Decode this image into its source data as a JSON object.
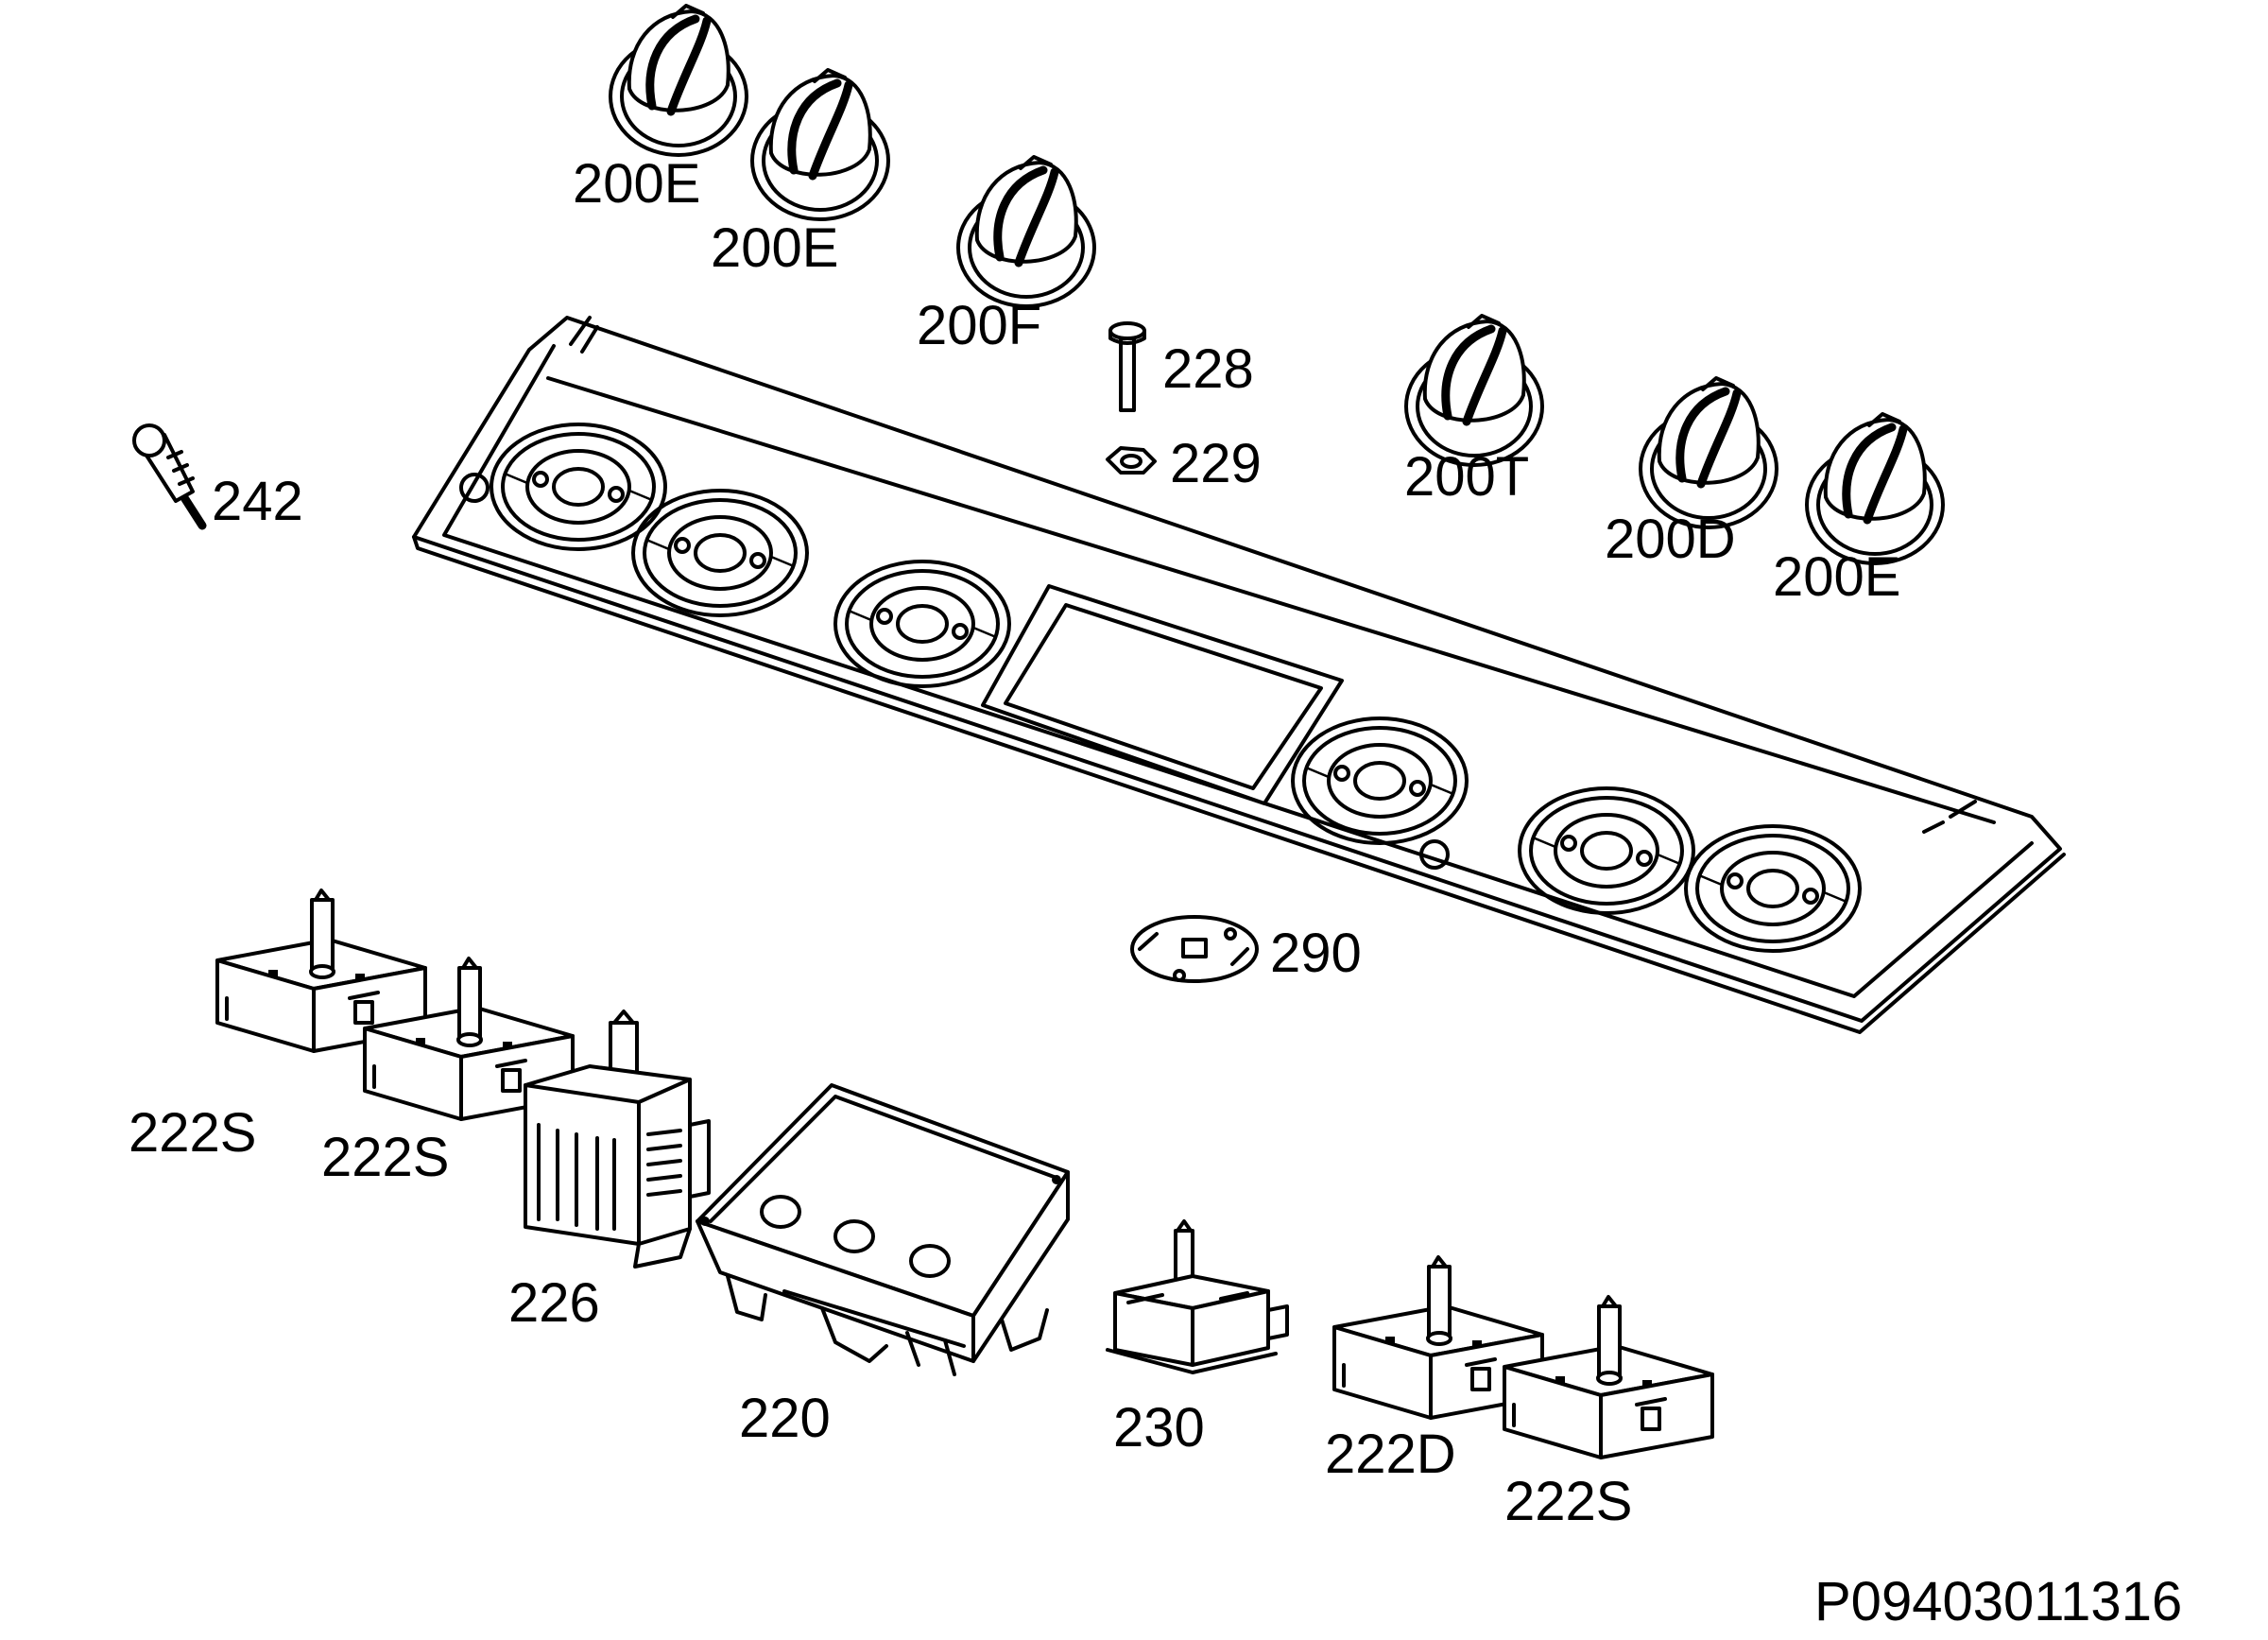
{
  "diagram_code": "P09403011316",
  "parts": [
    {
      "id": "knob-1",
      "label": "200E"
    },
    {
      "id": "knob-2",
      "label": "200E"
    },
    {
      "id": "knob-3",
      "label": "200F"
    },
    {
      "id": "screw",
      "label": "228"
    },
    {
      "id": "nut",
      "label": "229"
    },
    {
      "id": "knob-4",
      "label": "200T"
    },
    {
      "id": "knob-5",
      "label": "200D"
    },
    {
      "id": "knob-6",
      "label": "200E"
    },
    {
      "id": "lamp",
      "label": "242"
    },
    {
      "id": "bracket",
      "label": "290"
    },
    {
      "id": "regulator-1",
      "label": "222S"
    },
    {
      "id": "regulator-2",
      "label": "222S"
    },
    {
      "id": "selector-switch",
      "label": "226"
    },
    {
      "id": "timer-module",
      "label": "220"
    },
    {
      "id": "thermostat",
      "label": "230"
    },
    {
      "id": "regulator-3",
      "label": "222D"
    },
    {
      "id": "regulator-4",
      "label": "222S"
    }
  ]
}
